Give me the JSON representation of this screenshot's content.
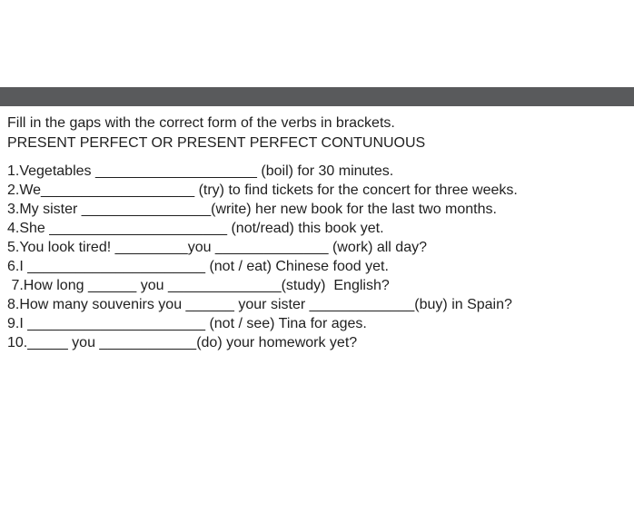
{
  "colors": {
    "header_bar": "#595a5c",
    "text": "#1f1f1f",
    "page_background": "#ffffff"
  },
  "instructions": {
    "line1": "Fill in the gaps with the correct form of the verbs in brackets.",
    "line2": "PRESENT PERFECT OR PRESENT PERFECT CONTUNUOUS"
  },
  "exercise": {
    "items": [
      {
        "text": "1.Vegetables ____________________ (boil) for 30 minutes."
      },
      {
        "text": "2.We___________________ (try) to find tickets for the concert for three weeks."
      },
      {
        "text": "3.My sister ________________(write) her new book for the last two months."
      },
      {
        "text": "4.She ______________________ (not/read) this book yet."
      },
      {
        "text": "5.You look tired! _________you ______________ (work) all day?"
      },
      {
        "text": "6.I ______________________ (not / eat) Chinese food yet."
      },
      {
        "text": " 7.How long ______ you ______________(study)  English?"
      },
      {
        "text": "8.How many souvenirs you ______ your sister _____________(buy) in Spain?"
      },
      {
        "text": "9.I ______________________ (not / see) Tina for ages."
      },
      {
        "text": "10._____ you ____________(do) your homework yet?"
      }
    ]
  }
}
